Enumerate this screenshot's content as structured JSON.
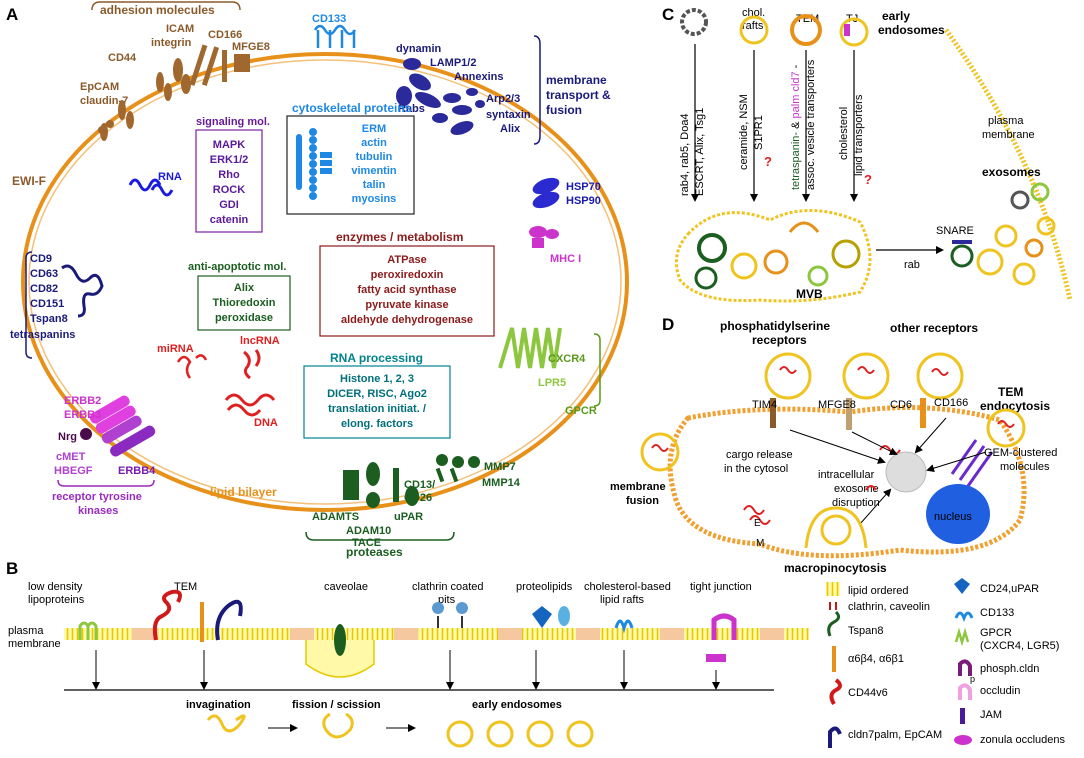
{
  "panels": {
    "A": "A",
    "B": "B",
    "C": "C",
    "D": "D"
  },
  "colors": {
    "membrane": "#e8911a",
    "brown": "#8b5a2b",
    "navy": "#1a1a7a",
    "blue": "#1565c0",
    "skyblue": "#1e88e5",
    "purple": "#6a1b9a",
    "magenta": "#cc33cc",
    "darkred": "#8b1a1a",
    "red": "#e02020",
    "darkgreen": "#1b5e20",
    "lime": "#8dc63f",
    "teal": "#00838f",
    "yellow": "#fff27a"
  },
  "panelA": {
    "adhesion": {
      "title": "adhesion molecules",
      "icam": "ICAM",
      "integrin": "integrin",
      "cd166": "CD166",
      "mfge8": "MFGE8",
      "cd44": "CD44",
      "epcam": "EpCAM",
      "claudin": "claudin-7",
      "ewif": "EWI-F"
    },
    "cd133": "CD133",
    "membrane_transport": {
      "dynamin": "dynamin",
      "lamp": "LAMP1/2",
      "annexins": "Annexins",
      "arp": "Arp2/3",
      "syntaxin": "syntaxin",
      "alix": "Alix",
      "rabs": "Rabs",
      "title1": "membrane",
      "title2": "transport &",
      "title3": "fusion"
    },
    "signaling": {
      "title": "signaling mol.",
      "items": [
        "MAPK",
        "ERK1/2",
        "Rho",
        "ROCK",
        "GDI",
        "catenin"
      ]
    },
    "cytoskeletal": {
      "title": "cytoskeletal proteins",
      "items": [
        "ERM",
        "actin",
        "tubulin",
        "vimentin",
        "talin",
        "myosins"
      ]
    },
    "hsp70": "HSP70",
    "hsp90": "HSP90",
    "mhc": "MHC I",
    "rna": "RNA",
    "enzymes": {
      "title": "enzymes / metabolism",
      "items": [
        "ATPase",
        "peroxiredoxin",
        "fatty acid synthase",
        "pyruvate kinase",
        "aldehyde dehydrogenase"
      ]
    },
    "antiapoptotic": {
      "title": "anti-apoptotic mol.",
      "items": [
        "Alix",
        "Thioredoxin",
        "peroxidase"
      ]
    },
    "tetraspanins": {
      "items": [
        "CD9",
        "CD63",
        "CD82",
        "CD151",
        "Tspan8"
      ],
      "title": "tetraspanins"
    },
    "mirna": "miRNA",
    "lncrna": "lncRNA",
    "dna": "DNA",
    "rna_processing": {
      "title": "RNA processing",
      "items": [
        "Histone 1, 2, 3",
        "DICER, RISC, Ago2",
        "translation initiat. /",
        "elong. factors"
      ]
    },
    "gpcr": {
      "cxcr4": "CXCR4",
      "lpr5": "LPR5",
      "title": "GPCR"
    },
    "rtk": {
      "erbb2": "ERBB2",
      "erbb3": "ERBB3",
      "nrg": "Nrg",
      "cmet": "cMET",
      "hbegf": "HBEGF",
      "erbb4": "ERBB4",
      "title1": "receptor tyrosine",
      "title2": "kinases"
    },
    "lipid_bilayer": "lipid bilayer",
    "proteases": {
      "adamts": "ADAMTS",
      "adam10": "ADAM10",
      "tace": "TACE",
      "cd13": "CD13/",
      "cd26": "CD26",
      "upar": "uPAR",
      "mmp7": "MMP7",
      "mmp14": "MMP14",
      "title": "proteases"
    }
  },
  "panelB": {
    "ldl1": "low density",
    "ldl2": "lipoproteins",
    "tem": "TEM",
    "caveolae": "caveolae",
    "clathrin1": "clathrin coated",
    "clathrin2": "pits",
    "proteolipids": "proteolipids",
    "chol1": "cholesterol-based",
    "chol2": "lipid rafts",
    "tj": "tight junction",
    "pm1": "plasma",
    "pm2": "membrane",
    "invagination": "invagination",
    "fission": "fission / scission",
    "early": "early endosomes",
    "legend": {
      "lipid": "lipid ordered",
      "clathrin": "clathrin, caveolin",
      "tspan8": "Tspan8",
      "integrins": "α6β4, α6β1",
      "cd44v6": "CD44v6",
      "cldn7": "cldn7palm, EpCAM",
      "cd24": "CD24,uPAR",
      "cd133": "CD133",
      "gpcr1": "GPCR",
      "gpcr2": "(CXCR4, LGR5)",
      "phosph": "phosph.cldn",
      "occludin": "occludin",
      "jam": "JAM",
      "zonula": "zonula occludens",
      "p": "p"
    }
  },
  "panelC": {
    "chol1": "chol.",
    "chol2": "rafts",
    "tem": "TEM",
    "tj": "TJ",
    "early1": "early",
    "early2": "endosomes",
    "path1a": "rab4, rab5, Doa4",
    "path1b": "ESCRT, Alix, Tsg1",
    "path2a": "ceramide, NSM",
    "path2b": "S1PR1",
    "path3_tetra": "tetraspanin-",
    "path3_amp": " & ",
    "path3_palm": "palm cld7",
    "path3_dash": " -",
    "path3b": "assoc. vesicle transporters",
    "path4a": "cholesterol",
    "path4b": "lipid transporters",
    "q": "?",
    "pm1": "plasma",
    "pm2": "membrane",
    "exosomes": "exosomes",
    "snare": "SNARE",
    "rab": "rab",
    "mvb": "MVB"
  },
  "panelD": {
    "ps1": "phosphatidylserine",
    "ps2": "receptors",
    "other": "other receptors",
    "tem1": "TEM",
    "tem2": "endocytosis",
    "tim4": "TIM4",
    "mfge8": "MFGE8",
    "cd6": "CD6",
    "cd166": "CD166",
    "cargo1": "cargo release",
    "cargo2": "in the cytosol",
    "intra1": "intracellular",
    "intra2": "exosome",
    "intra3": "disruption",
    "gem1": "GEM-clustered",
    "gem2": "molecules",
    "fusion1": "membrane",
    "fusion2": "fusion",
    "nucleus": "nucleus",
    "macro": "macropinocytosis",
    "e": "E",
    "m": "M"
  }
}
